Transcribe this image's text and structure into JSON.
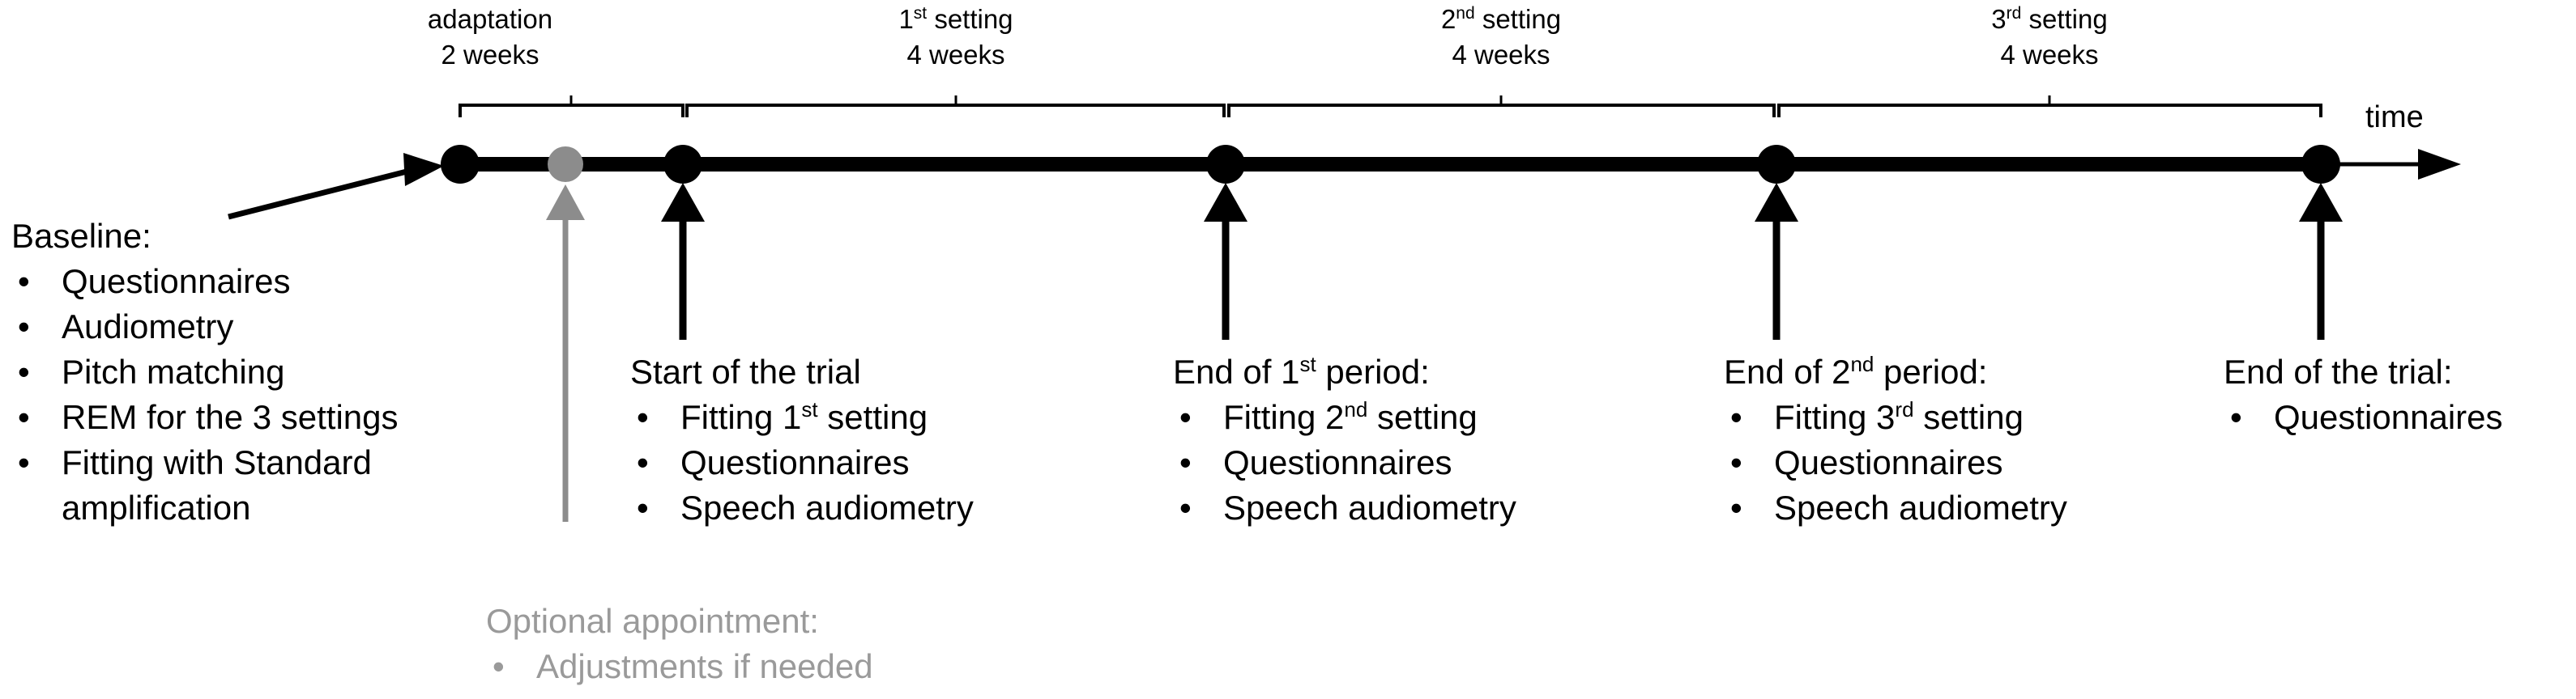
{
  "diagram": {
    "title_axis_label": "time",
    "colors": {
      "primary": "#000000",
      "optional": "#9a9a9a",
      "background": "#ffffff"
    },
    "phases": [
      {
        "name": "adaptation",
        "name_sup": "",
        "duration": "2 weeks"
      },
      {
        "name": "setting",
        "name_prefix": "1",
        "name_sup": "st",
        "duration": "4 weeks"
      },
      {
        "name": "setting",
        "name_prefix": "2",
        "name_sup": "nd",
        "duration": "4 weeks"
      },
      {
        "name": "setting",
        "name_prefix": "3",
        "name_sup": "rd",
        "duration": "4 weeks"
      }
    ],
    "events": [
      {
        "id": "baseline",
        "heading": "Baseline:",
        "items": [
          "Questionnaires",
          "Audiometry",
          "Pitch matching",
          "REM for the 3 settings",
          "Fitting with Standard"
        ],
        "continuation": "amplification",
        "optional": false
      },
      {
        "id": "start-of-trial",
        "heading": "Start of the trial",
        "items_pre": [
          "Fitting 1",
          "Questionnaires",
          "Speech audiometry"
        ],
        "item1_prefix": "Fitting 1",
        "item1_sup": "st",
        "item1_suffix": " setting",
        "items": [
          "Questionnaires",
          "Speech audiometry"
        ],
        "optional": false
      },
      {
        "id": "end-of-1st-period",
        "heading_prefix": "End of 1",
        "heading_sup": "st",
        "heading_suffix": " period:",
        "item1_prefix": "Fitting 2",
        "item1_sup": "nd",
        "item1_suffix": " setting",
        "items": [
          "Questionnaires",
          "Speech audiometry"
        ],
        "optional": false
      },
      {
        "id": "end-of-2nd-period",
        "heading_prefix": "End of 2",
        "heading_sup": "nd",
        "heading_suffix": " period:",
        "item1_prefix": "Fitting 3",
        "item1_sup": "rd",
        "item1_suffix": " setting",
        "items": [
          "Questionnaires",
          "Speech audiometry"
        ],
        "optional": false
      },
      {
        "id": "end-of-trial",
        "heading": "End of the trial:",
        "items": [
          "Questionnaires"
        ],
        "optional": false
      },
      {
        "id": "optional-appointment",
        "heading": "Optional appointment:",
        "items": [
          "Adjustments if needed"
        ],
        "optional": true
      }
    ]
  }
}
